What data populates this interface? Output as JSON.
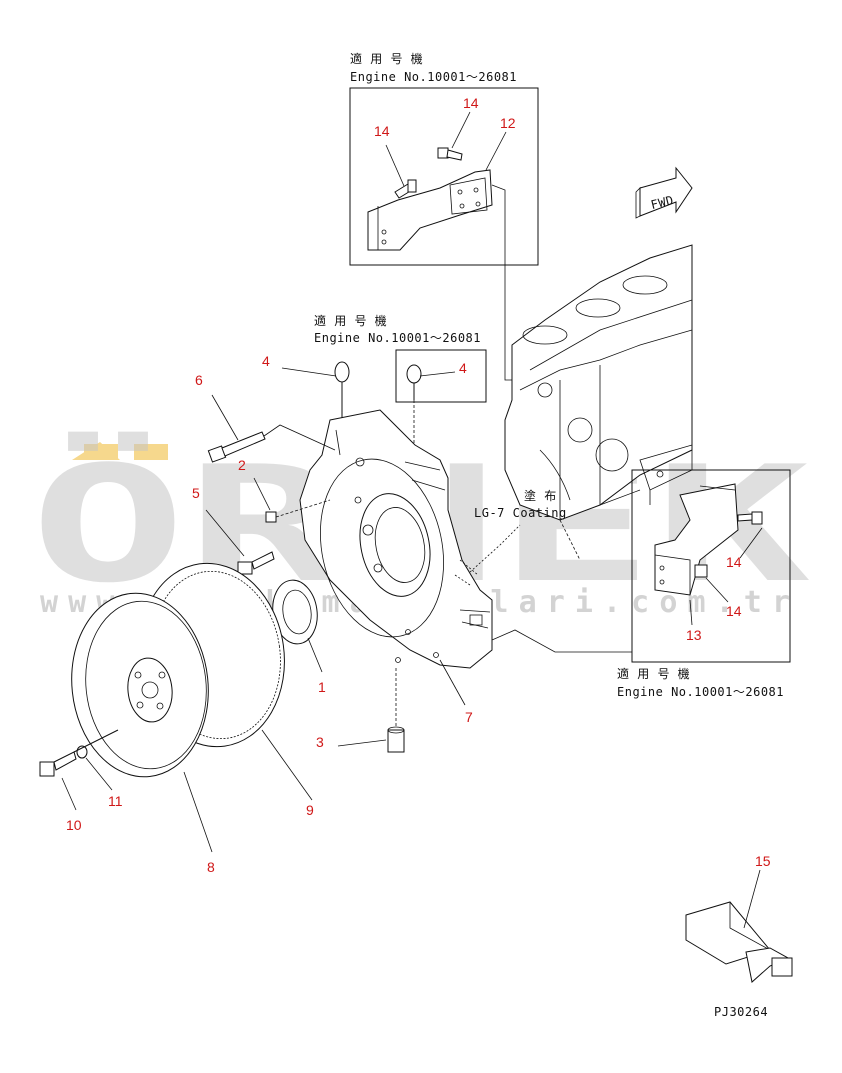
{
  "watermark": {
    "brand": "ÖRNEK",
    "url": "www.orneksmakinalari.com.tr",
    "umlaut_color": "#f5d27a",
    "text_color": "#b9b9b9"
  },
  "notes": {
    "applicable_jp": "適 用 号 機",
    "engine_range": "Engine No.10001～26081"
  },
  "fwd_label": "FWD",
  "coating": {
    "jp": "塗 布",
    "en": "LG-7 Coating"
  },
  "drawing_code": "PJ30264",
  "callouts": [
    {
      "id": "c14a",
      "label": "14"
    },
    {
      "id": "c14b",
      "label": "14"
    },
    {
      "id": "c12",
      "label": "12"
    },
    {
      "id": "c4a",
      "label": "4"
    },
    {
      "id": "c4b",
      "label": "4"
    },
    {
      "id": "c6",
      "label": "6"
    },
    {
      "id": "c2",
      "label": "2"
    },
    {
      "id": "c5",
      "label": "5"
    },
    {
      "id": "c7",
      "label": "7"
    },
    {
      "id": "c1",
      "label": "1"
    },
    {
      "id": "c3",
      "label": "3"
    },
    {
      "id": "c9",
      "label": "9"
    },
    {
      "id": "c8",
      "label": "8"
    },
    {
      "id": "c11",
      "label": "11"
    },
    {
      "id": "c10",
      "label": "10"
    },
    {
      "id": "c14c",
      "label": "14"
    },
    {
      "id": "c14d",
      "label": "14"
    },
    {
      "id": "c13",
      "label": "13"
    },
    {
      "id": "c15",
      "label": "15"
    }
  ],
  "callout_color": "#d01818"
}
